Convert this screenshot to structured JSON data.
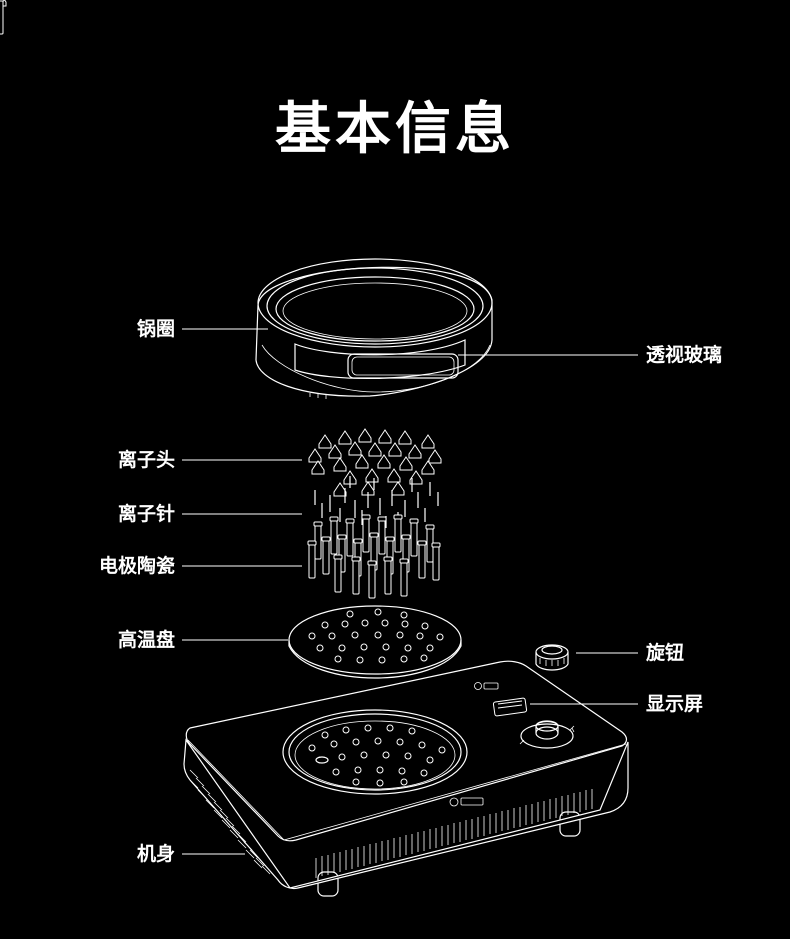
{
  "title": "基本信息",
  "labels": {
    "pot_ring": "锅圈",
    "glass": "透视玻璃",
    "ion_head": "离子头",
    "ion_needle": "离子针",
    "electrode_ceramic": "电极陶瓷",
    "high_temp_plate": "高温盘",
    "knob": "旋钮",
    "display": "显示屏",
    "body": "机身"
  },
  "colors": {
    "background": "#000000",
    "line": "#ffffff"
  }
}
